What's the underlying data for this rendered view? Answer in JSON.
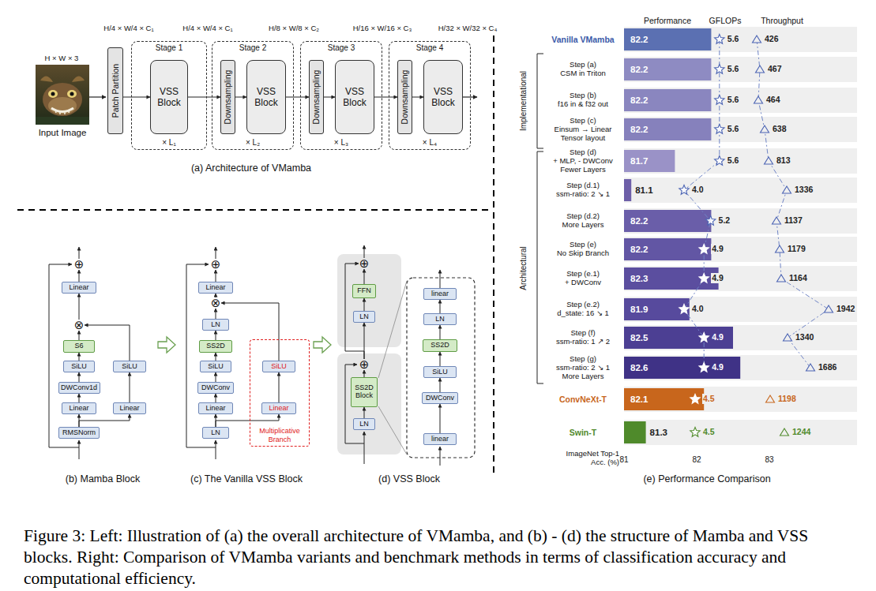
{
  "diagram": {
    "caption": "Figure 3: Left: Illustration of (a) the overall architecture of VMamba, and (b) - (d) the structure of Mamba and VSS blocks. Right: Comparison of VMamba variants and benchmark methods in terms of classification accuracy and computational efficiency.",
    "nodes": [
      {
        "text": [
          "Patch Partition"
        ]
      },
      {
        "text": [
          "Stage 1",
          "× L₁"
        ]
      },
      {
        "text": [
          "VSS Block"
        ],
        "in": 1
      },
      {
        "text": [
          "Stage 2",
          "× L₂"
        ]
      },
      {
        "text": [
          "Downsampling"
        ],
        "in": 3
      },
      {
        "text": [
          "VSS Block"
        ],
        "in": 3
      },
      {
        "text": [
          "Stage 3",
          "× L₃"
        ]
      },
      {
        "text": [
          "Downsampling"
        ],
        "in": 6
      },
      {
        "text": [
          "VSS Block"
        ],
        "in": 6
      },
      {
        "text": [
          "Stage 4",
          "× L₄"
        ]
      },
      {
        "text": [
          "Downsampling"
        ],
        "in": 9
      },
      {
        "text": [
          "VSS Block"
        ],
        "in": 9
      },
      {
        "text": [
          "⊕"
        ]
      },
      {
        "text": [
          "Linear"
        ]
      },
      {
        "text": [
          "⊗"
        ]
      },
      {
        "text": [
          "S6"
        ]
      },
      {
        "text": [
          "SiLU"
        ]
      },
      {
        "text": [
          "SiLU"
        ]
      },
      {
        "text": [
          "DWConv1d"
        ]
      },
      {
        "text": [
          "Linear"
        ]
      },
      {
        "text": [
          "Linear"
        ]
      },
      {
        "text": [
          "RMSNorm"
        ]
      },
      {
        "text": [
          "⊕"
        ]
      },
      {
        "text": [
          "Linear"
        ]
      },
      {
        "text": [
          "⊗"
        ]
      },
      {
        "text": [
          "LN"
        ]
      },
      {
        "text": [
          "SS2D"
        ]
      },
      {
        "text": [
          "SiLU"
        ]
      },
      {
        "text": [
          "Multiplicative Branch"
        ]
      },
      {
        "text": [
          "SiLU"
        ],
        "in": 28
      },
      {
        "text": [
          "DWConv"
        ]
      },
      {
        "text": [
          "Linear"
        ]
      },
      {
        "text": [
          "Linear"
        ],
        "in": 28
      },
      {
        "text": [
          "LN"
        ]
      },
      {
        "text": [
          "⊕"
        ]
      },
      {
        "text": [
          "FFN"
        ]
      },
      {
        "text": [
          "LN"
        ]
      },
      {
        "text": [
          "⊕"
        ]
      },
      {
        "text": [
          "SS2D Block"
        ]
      },
      {
        "text": [
          "LN"
        ]
      },
      {
        "text": [
          "linear"
        ]
      },
      {
        "text": [
          "LN"
        ]
      },
      {
        "text": [
          "SS2D"
        ]
      },
      {
        "text": [
          "SiLU"
        ]
      },
      {
        "text": [
          "DWConv"
        ]
      },
      {
        "text": [
          "linear"
        ]
      },
      {
        "text": [
          "82.2"
        ]
      },
      {
        "text": [
          "82.2"
        ]
      },
      {
        "text": [
          "82.2"
        ]
      },
      {
        "text": [
          "82.2"
        ]
      },
      {
        "text": [
          "81.7"
        ]
      },
      {
        "text": [
          "81.1"
        ]
      },
      {
        "text": [
          "82.2"
        ]
      },
      {
        "text": [
          "82.2"
        ]
      },
      {
        "text": [
          "82.3"
        ]
      },
      {
        "text": [
          "81.9"
        ]
      },
      {
        "text": [
          "82.5"
        ]
      },
      {
        "text": [
          "82.6"
        ]
      },
      {
        "text": [
          "82.1"
        ]
      },
      {
        "text": [
          "81.3"
        ]
      }
    ],
    "edges": [
      {
        "from": 0,
        "to": 2,
        "arrow": "to"
      },
      {
        "from": 2,
        "to": 4,
        "arrow": "to"
      },
      {
        "from": 4,
        "to": 5,
        "arrow": "to"
      },
      {
        "from": 5,
        "to": 7,
        "arrow": "to"
      },
      {
        "from": 7,
        "to": 8,
        "arrow": "to"
      },
      {
        "from": 8,
        "to": 10,
        "arrow": "to"
      },
      {
        "from": 10,
        "to": 11,
        "arrow": "to"
      },
      {
        "from": 21,
        "to": 19,
        "arrow": "to"
      },
      {
        "from": 21,
        "to": 20,
        "arrow": "to"
      },
      {
        "from": 19,
        "to": 18,
        "arrow": "to"
      },
      {
        "from": 18,
        "to": 16,
        "arrow": "to"
      },
      {
        "from": 16,
        "to": 15,
        "arrow": "to"
      },
      {
        "from": 15,
        "to": 14,
        "arrow": "to"
      },
      {
        "from": 20,
        "to": 17,
        "arrow": "to"
      },
      {
        "from": 17,
        "to": 14,
        "arrow": "to"
      },
      {
        "from": 14,
        "to": 13,
        "arrow": "to"
      },
      {
        "from": 13,
        "to": 12,
        "arrow": "to"
      },
      {
        "from": 33,
        "to": 31,
        "arrow": "to"
      },
      {
        "from": 33,
        "to": 32,
        "arrow": "to"
      },
      {
        "from": 31,
        "to": 30,
        "arrow": "to"
      },
      {
        "from": 30,
        "to": 27,
        "arrow": "to"
      },
      {
        "from": 27,
        "to": 26,
        "arrow": "to"
      },
      {
        "from": 26,
        "to": 25,
        "arrow": "to"
      },
      {
        "from": 25,
        "to": 24,
        "arrow": "to"
      },
      {
        "from": 32,
        "to": 29,
        "arrow": "to"
      },
      {
        "from": 29,
        "to": 24,
        "arrow": "to"
      },
      {
        "from": 24,
        "to": 23,
        "arrow": "to"
      },
      {
        "from": 23,
        "to": 22,
        "arrow": "to"
      },
      {
        "from": 39,
        "to": 38,
        "arrow": "to"
      },
      {
        "from": 38,
        "to": 37,
        "arrow": "to"
      },
      {
        "from": 37,
        "to": 36,
        "arrow": "to"
      },
      {
        "from": 36,
        "to": 35,
        "arrow": "to"
      },
      {
        "from": 35,
        "to": 34,
        "arrow": "to"
      },
      {
        "from": 37,
        "to": 34,
        "arrow": "to"
      },
      {
        "from": 45,
        "to": 44,
        "arrow": "to"
      },
      {
        "from": 44,
        "to": 43,
        "arrow": "to"
      },
      {
        "from": 43,
        "to": 42,
        "arrow": "to"
      },
      {
        "from": 42,
        "to": 41,
        "arrow": "to"
      },
      {
        "from": 41,
        "to": 40,
        "arrow": "to"
      }
    ],
    "labels": [
      "H × W × 3",
      "Input Image",
      "H/4 × W/4 × C₁",
      "H/4 × W/4 × C₁",
      "H/8 × W/8 × C₂",
      "H/16 × W/16 × C₃",
      "H/32 × W/32 × C₄",
      "(a) Architecture of VMamba",
      "(b) Mamba Block",
      "(c) The Vanilla VSS Block",
      "(d) VSS Block",
      "Performance",
      "GFLOPs",
      "Throughput",
      "Implementational",
      "Architectural",
      "Vanilla VMamba",
      "Step (a)",
      "CSM in Triton",
      "Step (b)",
      "f16 in & f32 out",
      "Step (c)",
      "Einsum → Linear Tensor layout",
      "Step (d)",
      "+ MLP, - DWConv Fewer Layers",
      "Step (d.1)",
      "ssm-ratio: 2 ↘ 1",
      "Step (d.2)",
      "More Layers",
      "Step (e)",
      "No Skip Branch",
      "Step (e.1)",
      "+ DWConv",
      "Step (e.2)",
      "d_state: 16 ↘ 1",
      "Step (f)",
      "ssm-ratio: 1 ↗ 2",
      "Step (g)",
      "ssm-ratio: 2 ↘ 1 More Layers",
      "ConvNeXt-T",
      "Swin-T",
      "5.6",
      "5.6",
      "5.6",
      "5.6",
      "5.6",
      "4.0",
      "5.2",
      "4.9",
      "4.9",
      "4.0",
      "4.9",
      "4.9",
      "4.5",
      "4.5",
      "426",
      "467",
      "464",
      "638",
      "813",
      "1336",
      "1137",
      "1179",
      "1164",
      "1942",
      "1340",
      "1686",
      "1198",
      "1244",
      "ImageNet Top-1 Acc. (%)",
      "81",
      "82",
      "83",
      "(e) Performance Comparison"
    ]
  }
}
